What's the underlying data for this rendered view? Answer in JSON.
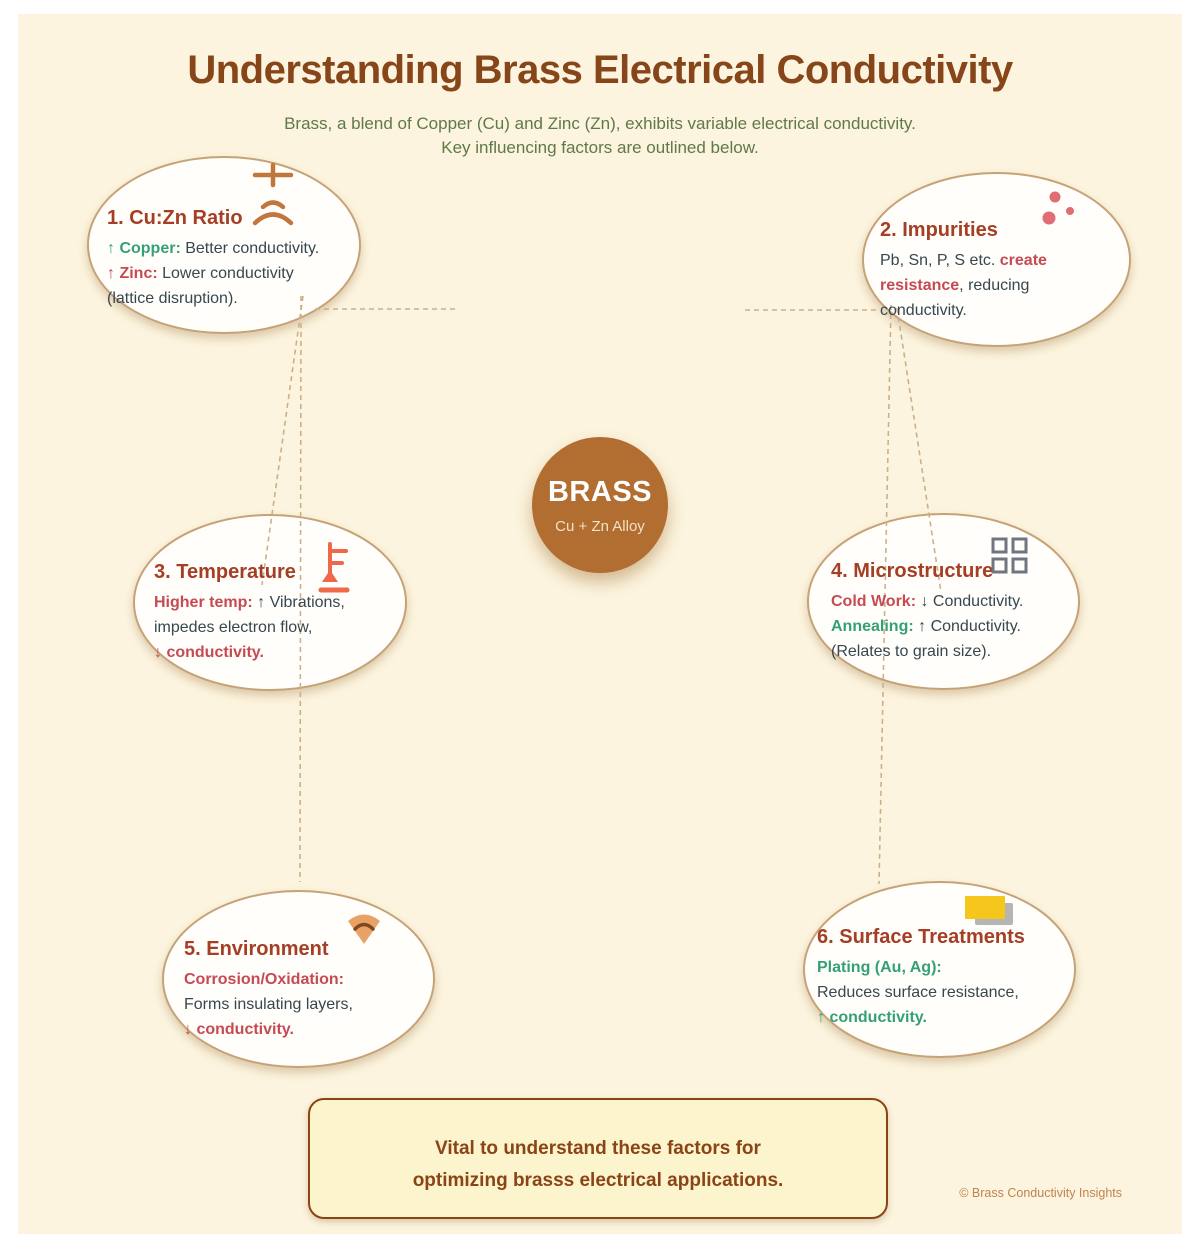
{
  "header": {
    "title": "Understanding Brass Electrical Conductivity",
    "subtitle_lines": [
      "Brass, a blend of Copper (Cu) and Zinc (Zn), exhibits variable electrical conductivity.",
      "Key influencing factors are outlined below."
    ]
  },
  "center_node": {
    "label": "BRASS",
    "sublabel": "Cu + Zn Alloy"
  },
  "nodes": [
    {
      "title": "1. Cu:Zn Ratio",
      "icon": "plus-balance-icon",
      "lines": [
        {
          "parts": [
            {
              "text": "↑ Copper:",
              "style": "green"
            },
            {
              "text": " Better conductivity.",
              "style": "plain"
            }
          ]
        },
        {
          "parts": [
            {
              "text": "↑ Zinc:",
              "style": "red"
            },
            {
              "text": " Lower conductivity",
              "style": "plain"
            }
          ]
        },
        {
          "parts": [
            {
              "text": "(lattice disruption).",
              "style": "plain"
            }
          ]
        }
      ]
    },
    {
      "title": "2. Impurities",
      "icon": "impurity-dots-icon",
      "lines": [
        {
          "parts": [
            {
              "text": "Pb, Sn, P, S etc. ",
              "style": "plain"
            },
            {
              "text": "create",
              "style": "red"
            }
          ]
        },
        {
          "parts": [
            {
              "text": "resistance",
              "style": "red"
            },
            {
              "text": ", reducing",
              "style": "plain"
            }
          ]
        },
        {
          "parts": [
            {
              "text": "conductivity.",
              "style": "plain"
            }
          ]
        }
      ]
    },
    {
      "title": "3. Temperature",
      "icon": "thermometer-stand-icon",
      "lines": [
        {
          "parts": [
            {
              "text": "Higher temp:",
              "style": "red"
            },
            {
              "text": " ↑ Vibrations,",
              "style": "plain"
            }
          ]
        },
        {
          "parts": [
            {
              "text": "impedes electron flow,",
              "style": "plain"
            }
          ]
        },
        {
          "parts": [
            {
              "text": "↓ conductivity.",
              "style": "red"
            }
          ]
        }
      ]
    },
    {
      "title": "4. Microstructure",
      "icon": "grain-grid-icon",
      "lines": [
        {
          "parts": [
            {
              "text": "Cold Work:",
              "style": "red"
            },
            {
              "text": " ↓ Conductivity.",
              "style": "plain"
            }
          ]
        },
        {
          "parts": [
            {
              "text": "Annealing:",
              "style": "green"
            },
            {
              "text": " ↑ Conductivity.",
              "style": "plain"
            }
          ]
        },
        {
          "parts": [
            {
              "text": "(Relates to grain size).",
              "style": "plain"
            }
          ]
        }
      ]
    },
    {
      "title": "5. Environment",
      "icon": "corrosion-wedge-icon",
      "lines": [
        {
          "parts": [
            {
              "text": "Corrosion/Oxidation:",
              "style": "red"
            }
          ]
        },
        {
          "parts": [
            {
              "text": "Forms insulating layers,",
              "style": "plain"
            }
          ]
        },
        {
          "parts": [
            {
              "text": "↓ conductivity.",
              "style": "red"
            }
          ]
        }
      ]
    },
    {
      "title": "6. Surface Treatments",
      "icon": "plating-layers-icon",
      "lines": [
        {
          "parts": [
            {
              "text": "Plating (Au, Ag):",
              "style": "green"
            }
          ]
        },
        {
          "parts": [
            {
              "text": "Reduces surface resistance,",
              "style": "plain"
            }
          ]
        },
        {
          "parts": [
            {
              "text": "↑ conductivity.",
              "style": "green"
            }
          ]
        }
      ]
    }
  ],
  "footer": {
    "note_lines": [
      "Vital to understand these factors for",
      "optimizing brasss electrical applications."
    ],
    "copyright": "© Brass Conductivity Insights"
  },
  "colors": {
    "background": "#fcf4de",
    "title_brown": "#87451a",
    "subtitle_green": "#5e7a48",
    "node_heading_rust": "#a43e24",
    "body_text": "#37474f",
    "positive_green": "#35a173",
    "negative_red": "#c64a52",
    "center_circle_brown": "#b26d31",
    "connector_tan": "#cbb08a",
    "footer_box_bg": "#fcf4cc",
    "footer_text_brown": "#8a4416",
    "gold_plating": "#f5c71d",
    "silver_plating": "#b5b5b5"
  }
}
